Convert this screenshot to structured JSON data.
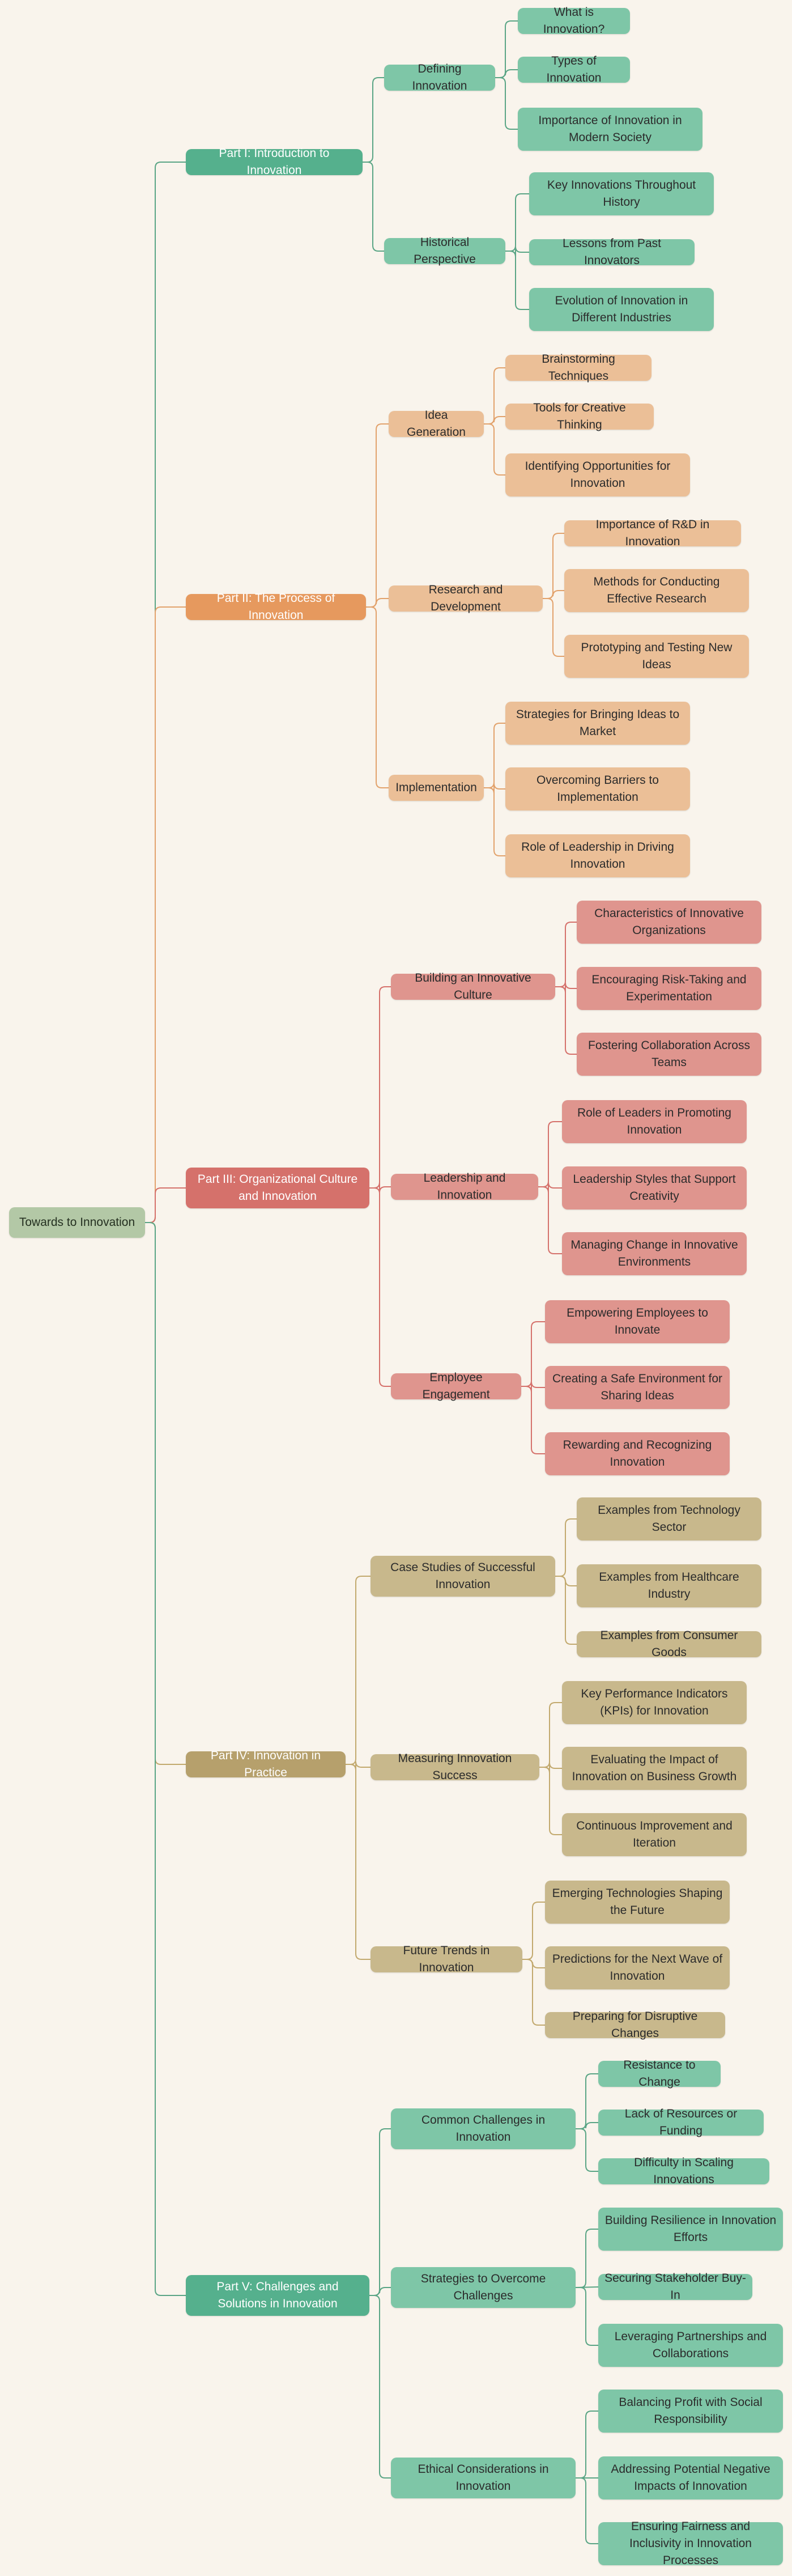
{
  "root": "Towards to Innovation",
  "colors": {
    "root_fill": "#b3c8a6",
    "root_link": "#7fa48f",
    "branches": [
      {
        "part": "#55b08d",
        "node": "#7ec6a7",
        "link": "#5aa585"
      },
      {
        "part": "#e6995e",
        "node": "#ebbf97",
        "link": "#e2a26c"
      },
      {
        "part": "#d5716b",
        "node": "#df958e",
        "link": "#d5716b"
      },
      {
        "part": "#b6a06c",
        "node": "#c8b88c",
        "link": "#c2a96e"
      },
      {
        "part": "#55b08d",
        "node": "#7ec6a7",
        "link": "#5aa585"
      }
    ]
  },
  "parts": [
    {
      "label": "Part I: Introduction to Innovation",
      "sections": [
        {
          "label": "Defining Innovation",
          "items": [
            "What is Innovation?",
            "Types of Innovation",
            "Importance of Innovation in Modern Society"
          ]
        },
        {
          "label": "Historical Perspective",
          "items": [
            "Key Innovations Throughout History",
            "Lessons from Past Innovators",
            "Evolution of Innovation in Different Industries"
          ]
        }
      ]
    },
    {
      "label": "Part II: The Process of Innovation",
      "sections": [
        {
          "label": "Idea Generation",
          "items": [
            "Brainstorming Techniques",
            "Tools for Creative Thinking",
            "Identifying Opportunities for Innovation"
          ]
        },
        {
          "label": "Research and Development",
          "items": [
            "Importance of R&D in Innovation",
            "Methods for Conducting Effective Research",
            "Prototyping and Testing New Ideas"
          ]
        },
        {
          "label": "Implementation",
          "items": [
            "Strategies for Bringing Ideas to Market",
            "Overcoming Barriers to Implementation",
            "Role of Leadership in Driving Innovation"
          ]
        }
      ]
    },
    {
      "label": "Part III: Organizational Culture and Innovation",
      "sections": [
        {
          "label": "Building an Innovative Culture",
          "items": [
            "Characteristics of Innovative Organizations",
            "Encouraging Risk-Taking and Experimentation",
            "Fostering Collaboration Across Teams"
          ]
        },
        {
          "label": "Leadership and Innovation",
          "items": [
            "Role of Leaders in Promoting Innovation",
            "Leadership Styles that Support Creativity",
            "Managing Change in Innovative Environments"
          ]
        },
        {
          "label": "Employee Engagement",
          "items": [
            "Empowering Employees to Innovate",
            "Creating a Safe Environment for Sharing Ideas",
            "Rewarding and Recognizing Innovation"
          ]
        }
      ]
    },
    {
      "label": "Part IV: Innovation in Practice",
      "sections": [
        {
          "label": "Case Studies of Successful Innovation",
          "items": [
            "Examples from Technology Sector",
            "Examples from Healthcare Industry",
            "Examples from Consumer Goods"
          ]
        },
        {
          "label": "Measuring Innovation Success",
          "items": [
            "Key Performance Indicators (KPIs) for Innovation",
            "Evaluating the Impact of Innovation on Business Growth",
            "Continuous Improvement and Iteration"
          ]
        },
        {
          "label": "Future Trends in Innovation",
          "items": [
            "Emerging Technologies Shaping the Future",
            "Predictions for the Next Wave of Innovation",
            "Preparing for Disruptive Changes"
          ]
        }
      ]
    },
    {
      "label": "Part V: Challenges and Solutions in Innovation",
      "sections": [
        {
          "label": "Common Challenges in Innovation",
          "items": [
            "Resistance to Change",
            "Lack of Resources or Funding",
            "Difficulty in Scaling Innovations"
          ]
        },
        {
          "label": "Strategies to Overcome Challenges",
          "items": [
            "Building Resilience in Innovation Efforts",
            "Securing Stakeholder Buy-In",
            "Leveraging Partnerships and Collaborations"
          ]
        },
        {
          "label": "Ethical Considerations in Innovation",
          "items": [
            "Balancing Profit with Social Responsibility",
            "Addressing Potential Negative Impacts of Innovation",
            "Ensuring Fairness and Inclusivity in Innovation Processes"
          ]
        }
      ]
    }
  ]
}
